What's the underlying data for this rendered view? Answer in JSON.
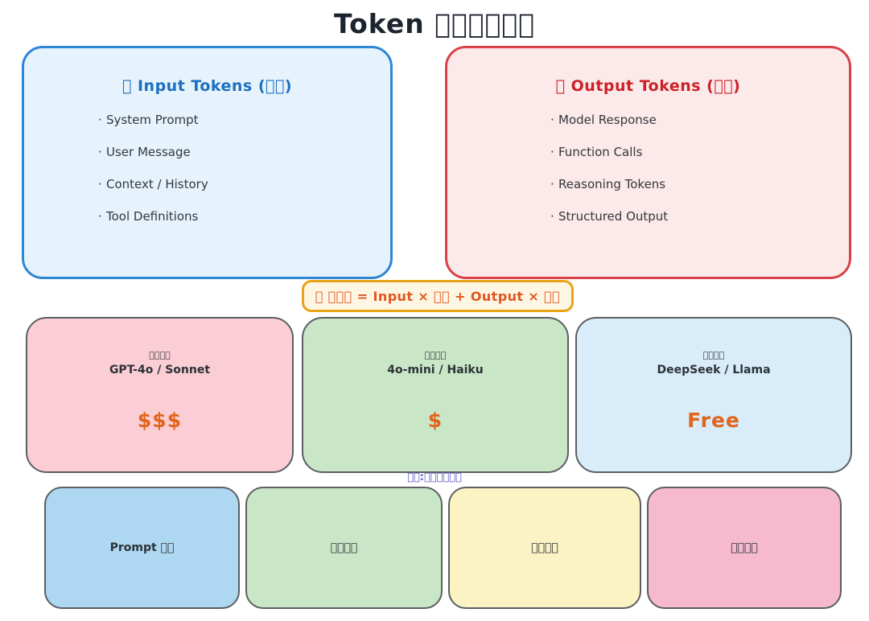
{
  "title": "Token 􏿽􏿽􏿽􏿽􏿽􏿽",
  "colors": {
    "input_border": "#2e86d6",
    "input_fill": "#e6f3fc",
    "output_border": "#d8414a",
    "output_fill": "#fce9e9",
    "formula_border": "#e8a317",
    "formula_fill": "#fdf6e3",
    "formula_text": "#e2561e",
    "price_text": "#e2651c",
    "caption_text": "#5b55c8",
    "card_border": "#5b5f63"
  },
  "panels": {
    "input": {
      "icon": "inbox-tray-icon",
      "heading": "􏿽 Input Tokens (􏿽􏿽)",
      "items": [
        "System Prompt",
        "User Message",
        "Context / History",
        "Tool Definitions"
      ]
    },
    "output": {
      "icon": "outbox-tray-icon",
      "heading": "􏿽 Output Tokens (􏿽􏿽)",
      "items": [
        "Model Response",
        "Function Calls",
        "Reasoning Tokens",
        "Structured Output"
      ]
    }
  },
  "formula": {
    "icon": "money-bag-icon",
    "text": "􏿽  􏿽􏿽􏿽 = Input × 􏿽􏿽 + Output × 􏿽􏿽"
  },
  "tiers": [
    {
      "label": "􏿽􏿽􏿽􏿽",
      "models": "GPT-4o / Sonnet",
      "price": "$$$",
      "fill": "#fbcdd4"
    },
    {
      "label": "􏿽􏿽􏿽􏿽",
      "models": "4o-mini / Haiku",
      "price": "$",
      "fill": "#c9e6c6"
    },
    {
      "label": "􏿽􏿽􏿽􏿽",
      "models": "DeepSeek / Llama",
      "price": "Free",
      "fill": "#d8ecfa"
    }
  ],
  "tips": {
    "caption": "􏿽􏿽:􏿽􏿽􏿽􏿽􏿽􏿽",
    "items": [
      {
        "label": "Prompt 􏿽􏿽",
        "fill": "#aed7f2"
      },
      {
        "label": "􏿽􏿽􏿽􏿽",
        "fill": "#c9e6c6"
      },
      {
        "label": "􏿽􏿽􏿽􏿽",
        "fill": "#fbf3c4"
      },
      {
        "label": "􏿽􏿽􏿽􏿽",
        "fill": "#f7b9ce"
      }
    ]
  }
}
